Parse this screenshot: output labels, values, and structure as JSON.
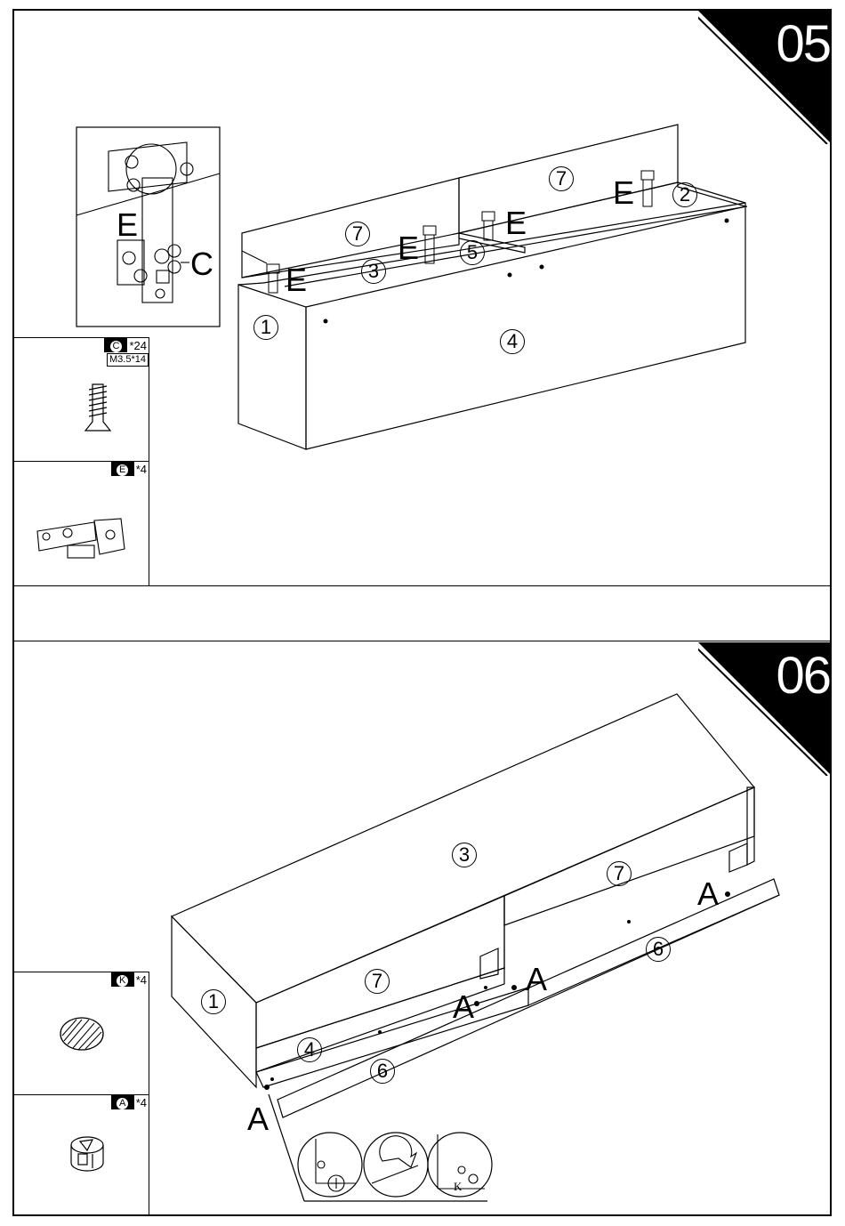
{
  "steps": [
    {
      "number": "05"
    },
    {
      "number": "06"
    }
  ],
  "parts_list": {
    "c": {
      "letter": "C",
      "count": "*24",
      "size": "M3.5*14",
      "icon": "screw-icon"
    },
    "e": {
      "letter": "E",
      "count": "*4",
      "icon": "hinge-icon"
    },
    "k": {
      "letter": "K",
      "count": "*4",
      "icon": "cam-cover-icon"
    },
    "a": {
      "letter": "A",
      "count": "*4",
      "icon": "cam-lock-icon"
    }
  },
  "step5_labels": {
    "hinge_e1": "E",
    "hinge_e2": "E",
    "hinge_e3": "E",
    "hinge_e4": "E",
    "hinge_e5": "E",
    "screw_c": "C",
    "panel1": "1",
    "panel2": "2",
    "panel3": "3",
    "panel4": "4",
    "panel5": "5",
    "panel7a": "7",
    "panel7b": "7"
  },
  "step6_labels": {
    "panel1": "1",
    "panel3": "3",
    "panel4": "4",
    "panel6a": "6",
    "panel6b": "6",
    "panel7a": "7",
    "panel7b": "7",
    "cam_a1": "A",
    "cam_a2": "A",
    "cam_a3": "A",
    "cam_a4": "A",
    "detail_k": "K"
  }
}
